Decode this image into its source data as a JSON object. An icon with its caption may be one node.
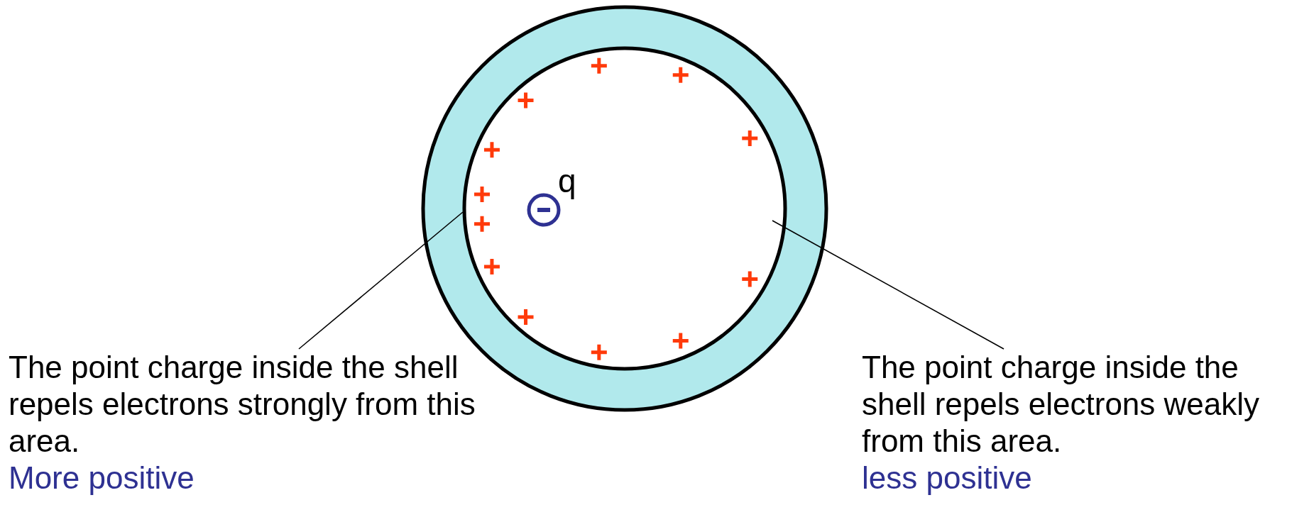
{
  "diagram": {
    "nodes": [
      {
        "text": [
          "The point charge inside the shell repels electrons strongly from this area.",
          "More positive"
        ]
      },
      {
        "text": [
          "The point charge inside the shell repels electrons weakly from this area.",
          "less positive"
        ]
      }
    ],
    "edges": [
      {
        "from": 0,
        "to": null,
        "arrow": "none"
      },
      {
        "from": 1,
        "to": null,
        "arrow": "none"
      }
    ],
    "labels": [
      "q"
    ]
  }
}
